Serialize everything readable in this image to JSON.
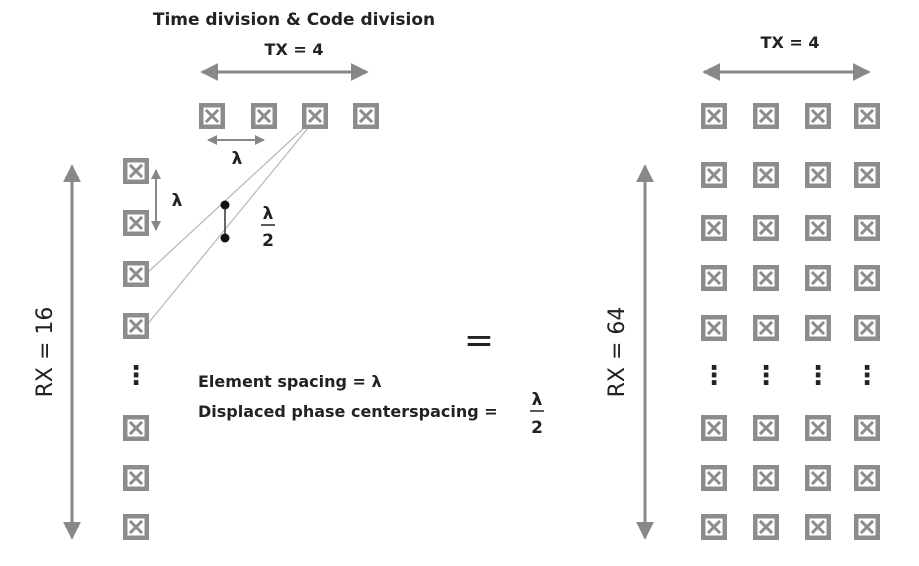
{
  "diagram": {
    "title": "Time division & Code division",
    "left_array": {
      "tx_label": "TX = 4",
      "rx_label": "RX = 16",
      "tx_spacing_symbol": "λ",
      "rx_spacing_symbol": "λ",
      "phase_center_numerator": "λ",
      "phase_center_denominator": "2",
      "ellipsis": "⋮"
    },
    "equals_sign": "=",
    "right_array": {
      "tx_label": "TX = 4",
      "rx_label": "RX = 64",
      "ellipsis": "⋮"
    },
    "caption": {
      "element_spacing": "Element spacing = λ",
      "phase_center_spacing": "Displaced phase centerspacing =",
      "phase_center_numerator": "λ",
      "phase_center_denominator": "2"
    },
    "colors": {
      "element_fill": "#8c8c8c",
      "element_inner": "#ffffff",
      "arrow": "#888888",
      "line": "#bbbbbb",
      "dot": "#111111",
      "text": "#222222"
    },
    "icons": {
      "antenna_element": "crossed-box-icon"
    }
  }
}
